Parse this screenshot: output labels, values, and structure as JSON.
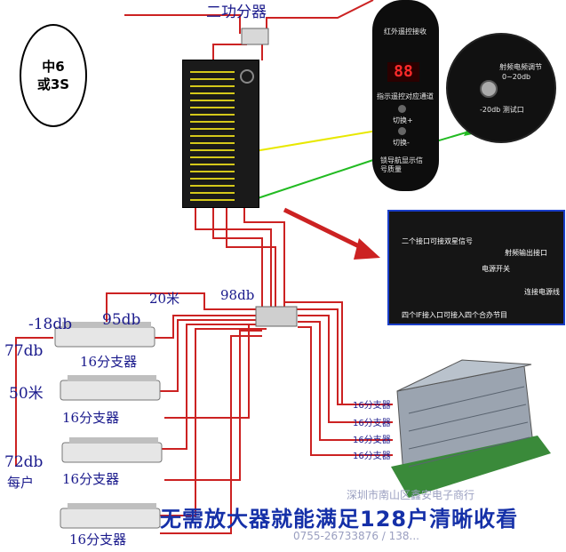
{
  "labels": {
    "splitter_2way": "二功分器",
    "ellipse_line1": "中6",
    "ellipse_line2": "或3S",
    "dist_20m": "20米",
    "db_98": "98db",
    "db_neg18": "-18db",
    "db_95": "95db",
    "db_77": "77db",
    "dist_50m": "50米",
    "db_72": "72db",
    "per_household": "每户",
    "splitter_16_a": "16分支器",
    "splitter_16_b": "16分支器",
    "splitter_16_c": "16分支器",
    "splitter_16_d": "16分支器",
    "bld_splitter_1": "16分支器",
    "bld_splitter_2": "16分支器",
    "bld_splitter_3": "16分支器",
    "bld_splitter_4": "16分支器"
  },
  "panel": {
    "ir_receive": "红外遥控接收",
    "display_value": "88",
    "channel_text": "指示遥控对应通道",
    "switch_plus": "切换+",
    "switch_minus": "切换-",
    "signal_text": "锁导航显示信号质量",
    "rf_adjust": "射频电频调节",
    "rf_range": "0~20db",
    "test_port": "-20db 测试口"
  },
  "photo": {
    "dual_star": "二个接口可接双星信号",
    "rf_out": "射频输出接口",
    "power_switch": "电源开关",
    "power_cable": "连接电源线",
    "four_if": "四个IF接入口可接入四个合办节目"
  },
  "banner": {
    "text": "无需放大器就能满足128户清晰收看"
  },
  "watermark": {
    "shop": "深圳市南山区鑫安电子商行",
    "phone": "0755-26733876 / 138..."
  }
}
